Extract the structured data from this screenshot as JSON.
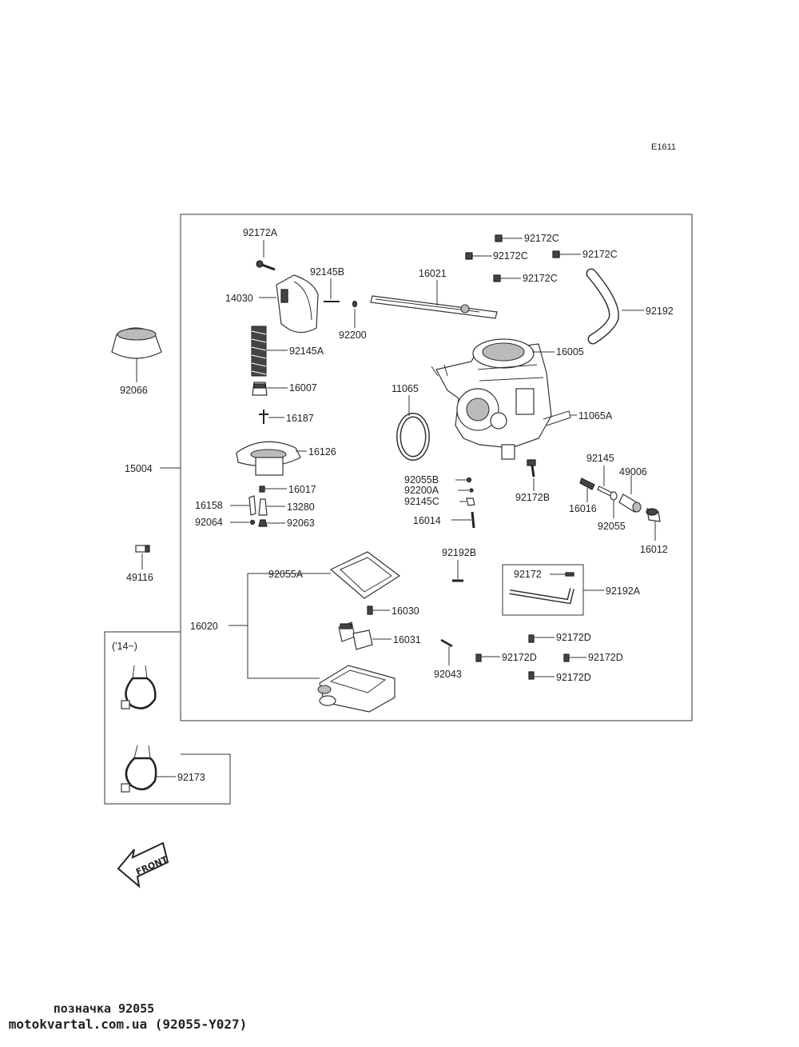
{
  "diagram_code": "E1611",
  "year_note": "('14~)",
  "front_label": "FRONT",
  "caption": {
    "title": "позначка 92055",
    "source": "motokvartal.com.ua (92055-Y027)"
  },
  "labels": {
    "p92172A": "92172A",
    "p92145B": "92145B",
    "p14030": "14030",
    "p92200": "92200",
    "p16021": "16021",
    "p92172C_1": "92172C",
    "p92172C_2": "92172C",
    "p92172C_3": "92172C",
    "p92172C_4": "92172C",
    "p92192": "92192",
    "p16005": "16005",
    "p92066": "92066",
    "p92145A": "92145A",
    "p16007": "16007",
    "p16187": "16187",
    "p11065": "11065",
    "p11065A": "11065A",
    "p16126": "16126",
    "p15004": "15004",
    "p16017": "16017",
    "p16158": "16158",
    "p13280": "13280",
    "p92064": "92064",
    "p92063": "92063",
    "p92055B": "92055B",
    "p92200A": "92200A",
    "p92145C": "92145C",
    "p16014": "16014",
    "p92172B": "92172B",
    "p92145": "92145",
    "p49006": "49006",
    "p16016": "16016",
    "p92055": "92055",
    "p16012": "16012",
    "p49116": "49116",
    "p92192B": "92192B",
    "p92172": "92172",
    "p92192A": "92192A",
    "p92055A": "92055A",
    "p16030": "16030",
    "p16020": "16020",
    "p16031": "16031",
    "p92043": "92043",
    "p92172D_1": "92172D",
    "p92172D_2": "92172D",
    "p92172D_3": "92172D",
    "p92172D_4": "92172D",
    "p92173": "92173"
  }
}
